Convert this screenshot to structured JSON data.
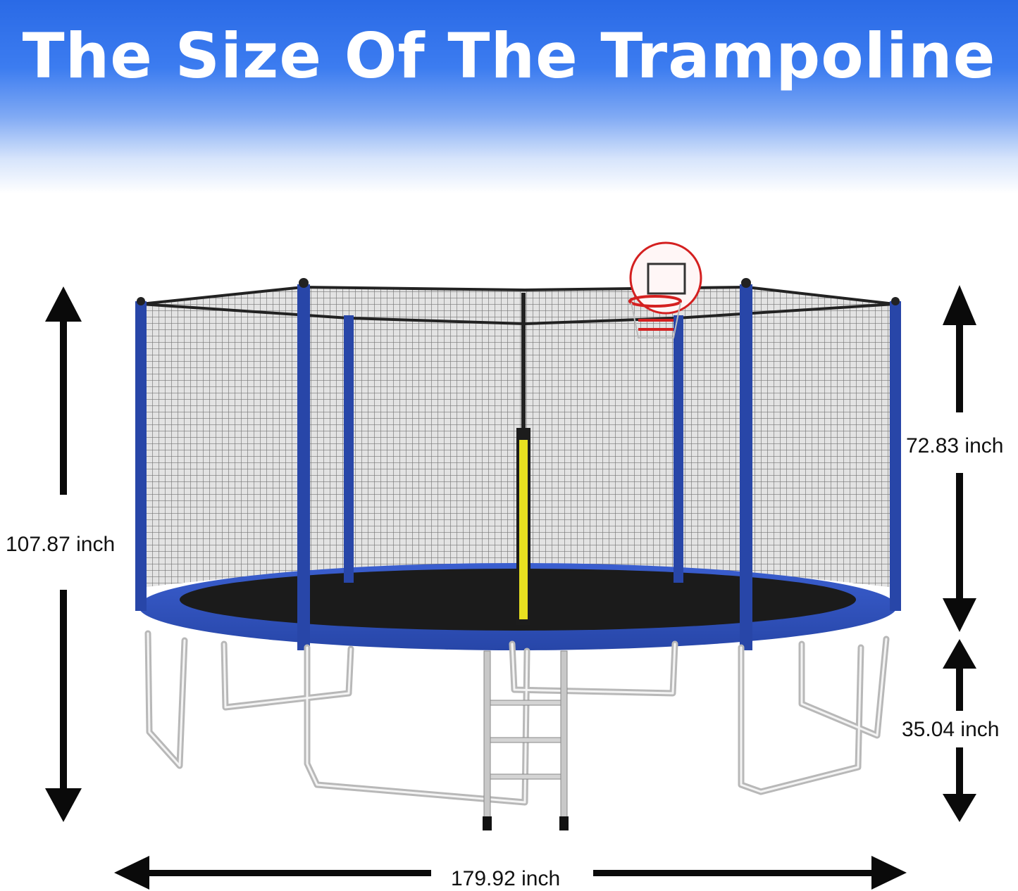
{
  "banner": {
    "title": "The Size Of The Trampoline"
  },
  "dimensions": {
    "total_height": "107.87 inch",
    "net_height": "72.83 inch",
    "frame_height": "35.04 inch",
    "diameter": "179.92 inch"
  },
  "colors": {
    "banner_blue": "#2a6ae6",
    "pad_blue": "#2d4fb8",
    "pole_blue": "#2846a8",
    "net_gray": "#c9c9c9",
    "mat_black": "#1a1a1a",
    "zipper_yellow": "#e8e020",
    "hoop_red": "#d42020"
  }
}
